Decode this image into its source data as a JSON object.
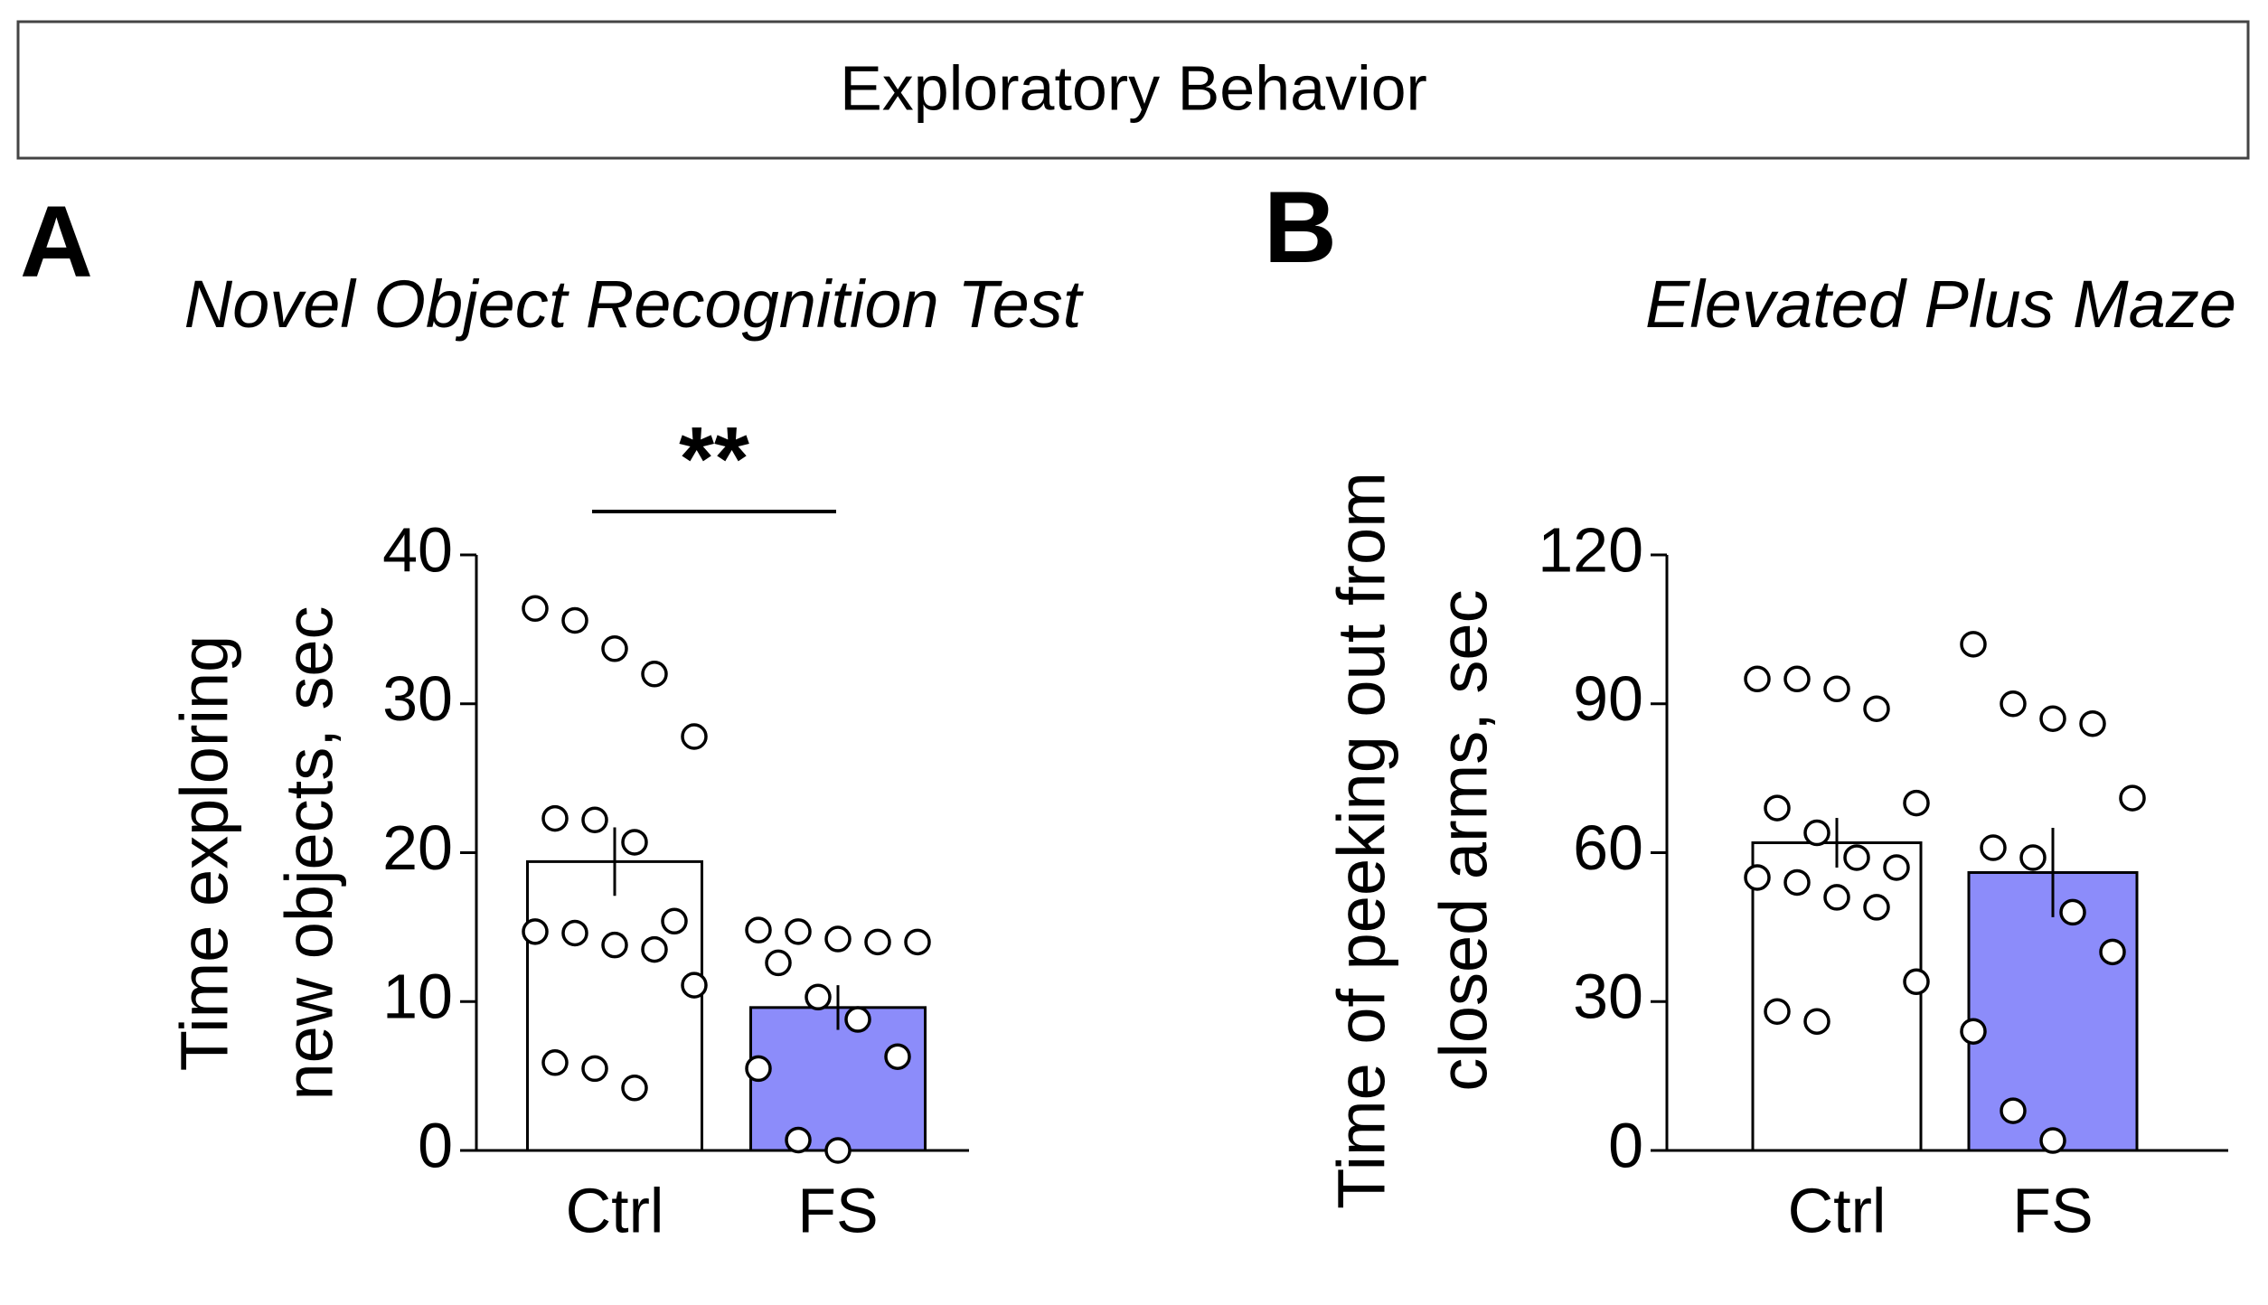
{
  "figure": {
    "header": "Exploratory Behavior"
  },
  "colors": {
    "ctrl_bar": "#ffffff",
    "fs_bar": "#8c8cfa",
    "stroke": "#000000"
  },
  "chart_data": [
    {
      "panel_label": "A",
      "type": "bar",
      "title": "Novel Object Recognition Test",
      "ylabel": [
        "Time exploring",
        "new objects, sec"
      ],
      "xlabel": "",
      "categories": [
        "Ctrl",
        "FS"
      ],
      "values": [
        19.4,
        9.6
      ],
      "sem": [
        2.3,
        1.5
      ],
      "ylim": [
        0,
        40
      ],
      "yticks": [
        0,
        10,
        20,
        30,
        40
      ],
      "points": [
        [
          36.4,
          35.6,
          33.7,
          32.0,
          27.8,
          22.3,
          22.2,
          20.7,
          15.4,
          14.7,
          14.6,
          13.8,
          13.5,
          11.1,
          5.9,
          5.5,
          4.2
        ],
        [
          14.8,
          14.7,
          14.2,
          14.0,
          14.0,
          12.6,
          10.3,
          8.8,
          6.3,
          5.5,
          0.7,
          0.0
        ]
      ],
      "significance": "**",
      "grid": false,
      "legend": "none"
    },
    {
      "panel_label": "B",
      "type": "bar",
      "title": "Elevated Plus Maze",
      "ylabel": [
        "Time of peeking out from",
        "closed arms, sec"
      ],
      "xlabel": "",
      "categories": [
        "Ctrl",
        "FS"
      ],
      "values": [
        62.0,
        56.0
      ],
      "sem": [
        5.0,
        9.0
      ],
      "ylim": [
        0,
        120
      ],
      "yticks": [
        0,
        30,
        60,
        90,
        120
      ],
      "points": [
        [
          95,
          95,
          93,
          89,
          70,
          69,
          64,
          59,
          57,
          55,
          54,
          51,
          49,
          34,
          28,
          26
        ],
        [
          102,
          90,
          87,
          86,
          71,
          61,
          59,
          48,
          40,
          24,
          8,
          2
        ]
      ],
      "significance": "",
      "grid": false,
      "legend": "none"
    }
  ]
}
